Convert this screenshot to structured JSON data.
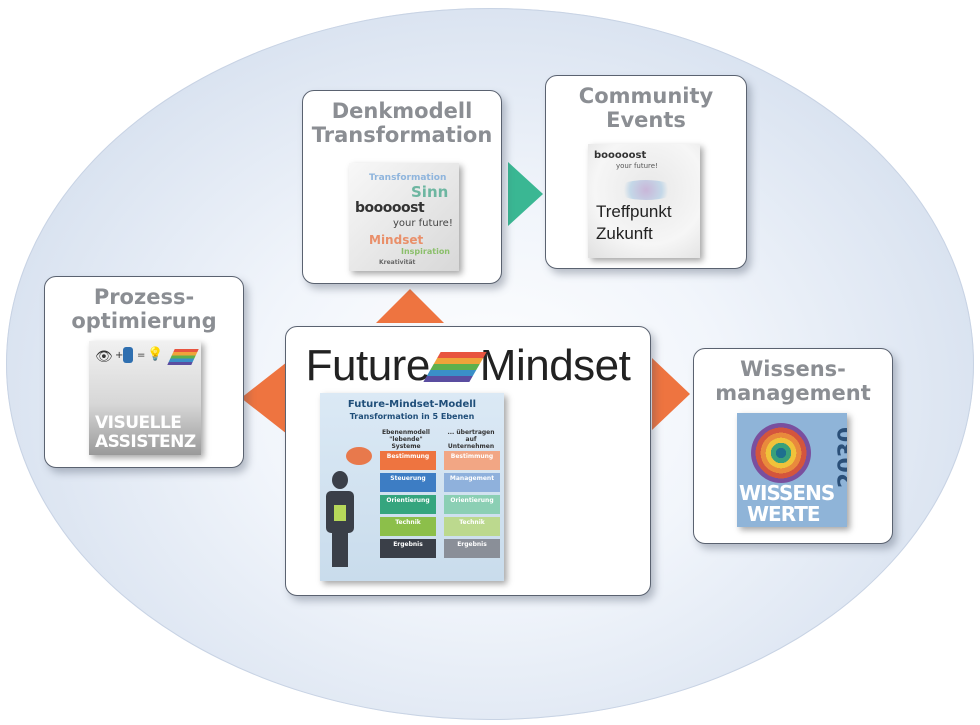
{
  "cards": {
    "denkmodell": {
      "title_line1": "Denkmodell",
      "title_line2": "Transformation"
    },
    "community": {
      "title_line1": "Community",
      "title_line2": "Events"
    },
    "prozess": {
      "title_line1": "Prozess-",
      "title_line2": "optimierung"
    },
    "wissens": {
      "title_line1": "Wissens-",
      "title_line2": "management"
    },
    "center": {
      "title_left": "Future",
      "title_right": "Mindset"
    }
  },
  "thumbs": {
    "denkmodell": {
      "w1": "Transformation",
      "w2": "Sinn",
      "logo": "booooost",
      "w3": "your future!",
      "w4": "Mindset",
      "w5": "Inspiration",
      "w6": "Kreativität"
    },
    "community": {
      "logo": "booooost",
      "sub": "your future!",
      "line1": "Treffpunkt",
      "line2": "Zukunft"
    },
    "prozess": {
      "line1": "VISUELLE",
      "line2": "ASSISTENZ"
    },
    "wissens": {
      "year": "2030",
      "line1": "WISSENS",
      "line2": "WERTE"
    }
  },
  "model": {
    "title": "Future-Mindset-Modell",
    "subtitle": "Transformation in 5 Ebenen",
    "col_left": "Ebenenmodell \"lebende\" Systeme",
    "col_right": "... übertragen auf Unternehmen",
    "left_layers": [
      "Bestimmung",
      "Steuerung",
      "Orientierung",
      "Technik",
      "Ergebnis"
    ],
    "right_layers": [
      "Bestimmung",
      "Management",
      "Orientierung",
      "Technik",
      "Ergebnis"
    ]
  },
  "colors": {
    "arrow_orange": "#ee7440",
    "arrow_green": "#3ab793",
    "title_gray": "#8b8e93"
  }
}
